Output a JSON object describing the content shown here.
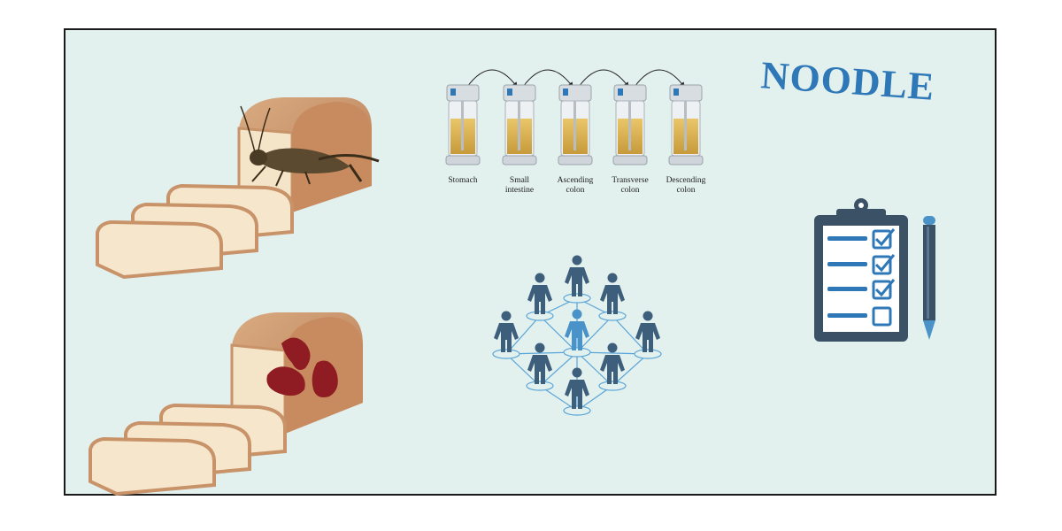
{
  "title": "NOODLE",
  "stages": [
    {
      "line1": "Stomach",
      "line2": ""
    },
    {
      "line1": "Small",
      "line2": "intestine"
    },
    {
      "line1": "Ascending",
      "line2": "colon"
    },
    {
      "line1": "Transverse",
      "line2": "colon"
    },
    {
      "line1": "Descending",
      "line2": "colon"
    }
  ],
  "colors": {
    "background": "#e2f0ee",
    "accent_blue": "#2f78b8",
    "people_dark": "#3d5f7c",
    "people_light": "#4a93c9",
    "bread_crust": "#c9936a",
    "bean_red": "#8e1c22",
    "clipboard": "#3b5166"
  },
  "icons": [
    "cricket-icon",
    "bread-loaf-icon",
    "kidney-bean-icon",
    "reactor-vessel-icon",
    "person-icon",
    "clipboard-checklist-icon",
    "pencil-icon"
  ]
}
